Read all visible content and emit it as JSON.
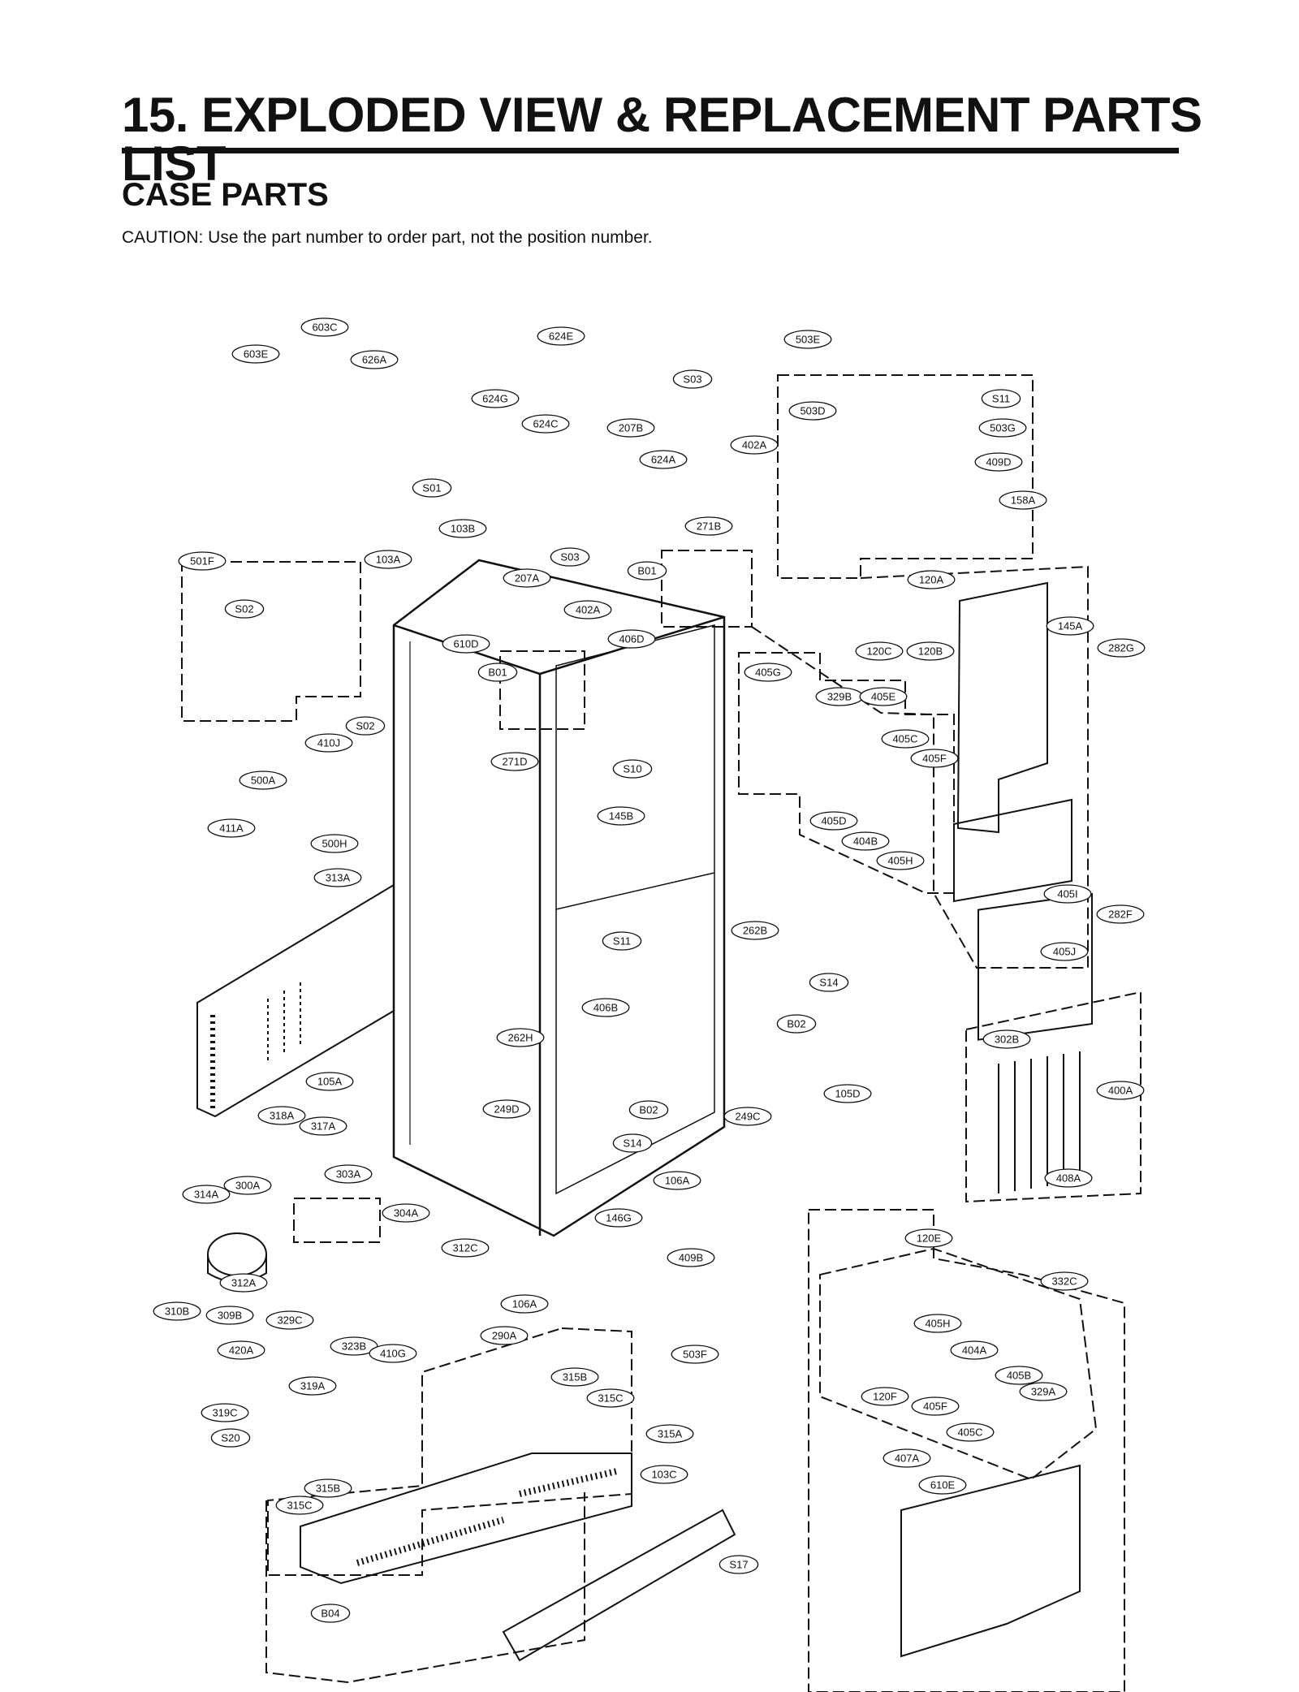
{
  "header": {
    "title": "15. EXPLODED VIEW & REPLACEMENT PARTS LIST",
    "section": "CASE PARTS",
    "caution": "CAUTION: Use the part number to order part, not the position number."
  },
  "callouts": [
    "603C",
    "603E",
    "626A",
    "624E",
    "624G",
    "624C",
    "S03",
    "207B",
    "402A",
    "624A",
    "503E",
    "503D",
    "S11",
    "503G",
    "409D",
    "158A",
    "S01",
    "103B",
    "271B",
    "501F",
    "103A",
    "S03",
    "207A",
    "B01",
    "402A",
    "S02",
    "610D",
    "406D",
    "B01",
    "120A",
    "120C",
    "120B",
    "145A",
    "282G",
    "405G",
    "329B",
    "405E",
    "405C",
    "405F",
    "S02",
    "410J",
    "271D",
    "S10",
    "500A",
    "145B",
    "405D",
    "404B",
    "405H",
    "411A",
    "500H",
    "313A",
    "405I",
    "282F",
    "S11",
    "262B",
    "405J",
    "S14",
    "406B",
    "B02",
    "262H",
    "302B",
    "105A",
    "B02",
    "105D",
    "249D",
    "249C",
    "400A",
    "318A",
    "317A",
    "S14",
    "303A",
    "106A",
    "408A",
    "314A",
    "300A",
    "304A",
    "146G",
    "120E",
    "312C",
    "409B",
    "312A",
    "332C",
    "106A",
    "310B",
    "309B",
    "329C",
    "290A",
    "503F",
    "405H",
    "420A",
    "323B",
    "410G",
    "404A",
    "315B",
    "405B",
    "319A",
    "315C",
    "329A",
    "120F",
    "405F",
    "319C",
    "405C",
    "315A",
    "S20",
    "407A",
    "103C",
    "610E",
    "315B",
    "315C",
    "S17",
    "B04"
  ]
}
